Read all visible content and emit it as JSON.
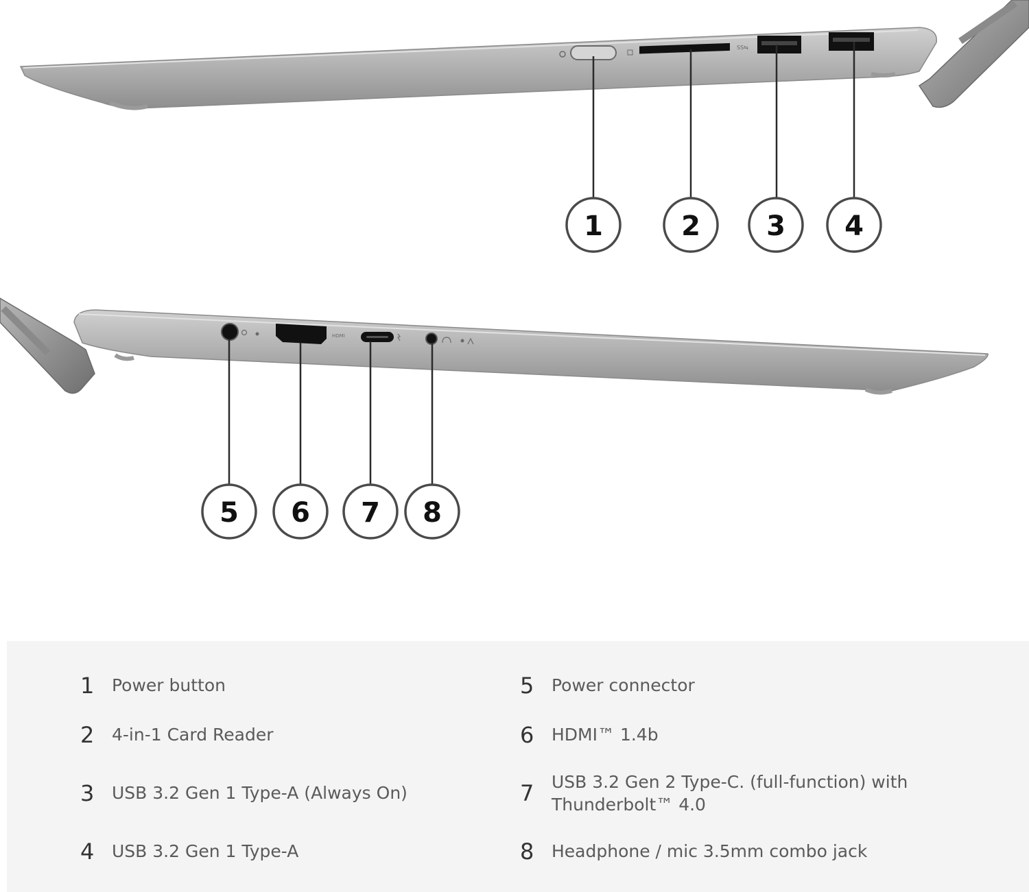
{
  "callouts": {
    "c1": "1",
    "c2": "2",
    "c3": "3",
    "c4": "4",
    "c5": "5",
    "c6": "6",
    "c7": "7",
    "c8": "8"
  },
  "legend": {
    "items": [
      {
        "num": "1",
        "text": "Power button"
      },
      {
        "num": "2",
        "text": "4-in-1 Card Reader"
      },
      {
        "num": "3",
        "text": "USB 3.2 Gen 1 Type-A (Always On)"
      },
      {
        "num": "4",
        "text": "USB 3.2 Gen 1 Type-A"
      },
      {
        "num": "5",
        "text": "Power connector"
      },
      {
        "num": "6",
        "text": "HDMI™ 1.4b"
      },
      {
        "num": "7",
        "text": "USB 3.2 Gen 2 Type-C. (full-function) with\nThunderbolt™ 4.0"
      },
      {
        "num": "8",
        "text": "Headphone / mic 3.5mm combo jack"
      }
    ]
  },
  "colors": {
    "chassis": "#a9a9a9",
    "chassis_top": "#c6c6c6",
    "port": "#111111",
    "panel_bg": "#f4f4f4"
  },
  "icons": [
    "power-icon",
    "card-reader-icon",
    "usb-a-port-icon",
    "dc-in-icon",
    "hdmi-icon",
    "usb-c-icon",
    "audio-jack-icon"
  ]
}
